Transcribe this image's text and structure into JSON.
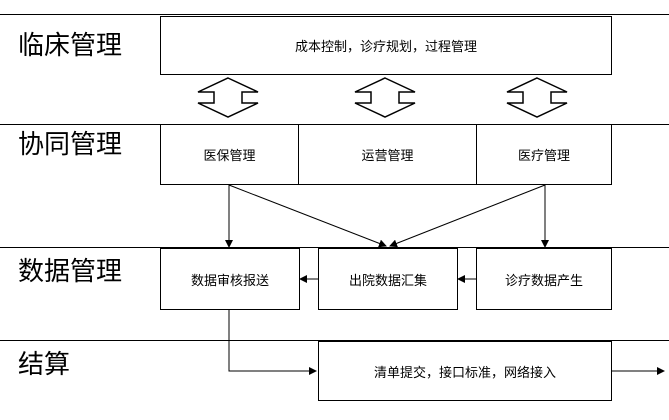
{
  "layers": {
    "clinical": "临床管理",
    "collaborative": "协同管理",
    "data": "数据管理",
    "settlement": "结算"
  },
  "boxes": {
    "clinical_top": "成本控制，诊疗规划，过程管理",
    "medical_insurance": "医保管理",
    "operations": "运营管理",
    "medical_treatment": "医疗管理",
    "data_review_submit": "数据审核报送",
    "discharge_aggregation": "出院数据汇集",
    "treatment_data_generation": "诊疗数据产生",
    "settlement_box": "清单提交，接口标准，网络接入"
  }
}
